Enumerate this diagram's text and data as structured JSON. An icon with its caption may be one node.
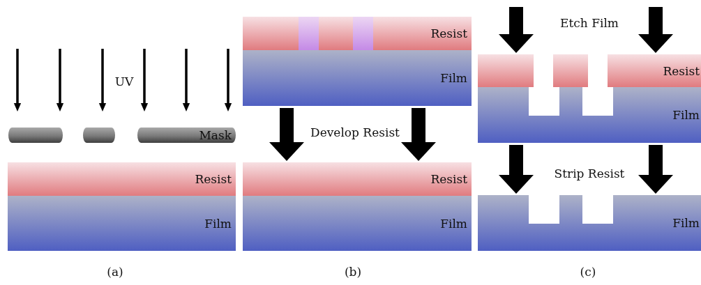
{
  "diagram": {
    "nodes": [
      {
        "text": [],
        "shape": "bar"
      },
      {
        "text": [],
        "shape": "bar"
      },
      {
        "text": [
          "Mask"
        ]
      },
      {
        "text": [
          "Resist"
        ]
      },
      {
        "text": [
          "Film"
        ]
      },
      {
        "text": [
          "Resist"
        ]
      },
      {
        "text": [
          "Film"
        ]
      },
      {
        "text": [
          "Resist"
        ]
      },
      {
        "text": [
          "Film"
        ]
      },
      {
        "text": [],
        "shape": "bar"
      },
      {
        "text": [],
        "shape": "bar"
      },
      {
        "text": [
          "Resist"
        ]
      },
      {
        "text": [
          "Film"
        ]
      },
      {
        "text": [
          "Film"
        ]
      }
    ],
    "edges": [
      {
        "from": 6,
        "to": 7,
        "arrow": "to"
      },
      {
        "from": 6,
        "to": 7,
        "arrow": "to"
      },
      {
        "from": null,
        "to": 9,
        "arrow": "to"
      },
      {
        "from": null,
        "to": 11,
        "arrow": "to"
      },
      {
        "from": 12,
        "to": 13,
        "arrow": "to"
      },
      {
        "from": 12,
        "to": 13,
        "arrow": "to"
      }
    ],
    "labels": [
      "UV",
      "(a)",
      "Develop Resist",
      "(b)",
      "Etch Film",
      "Strip Resist",
      "(c)"
    ]
  }
}
